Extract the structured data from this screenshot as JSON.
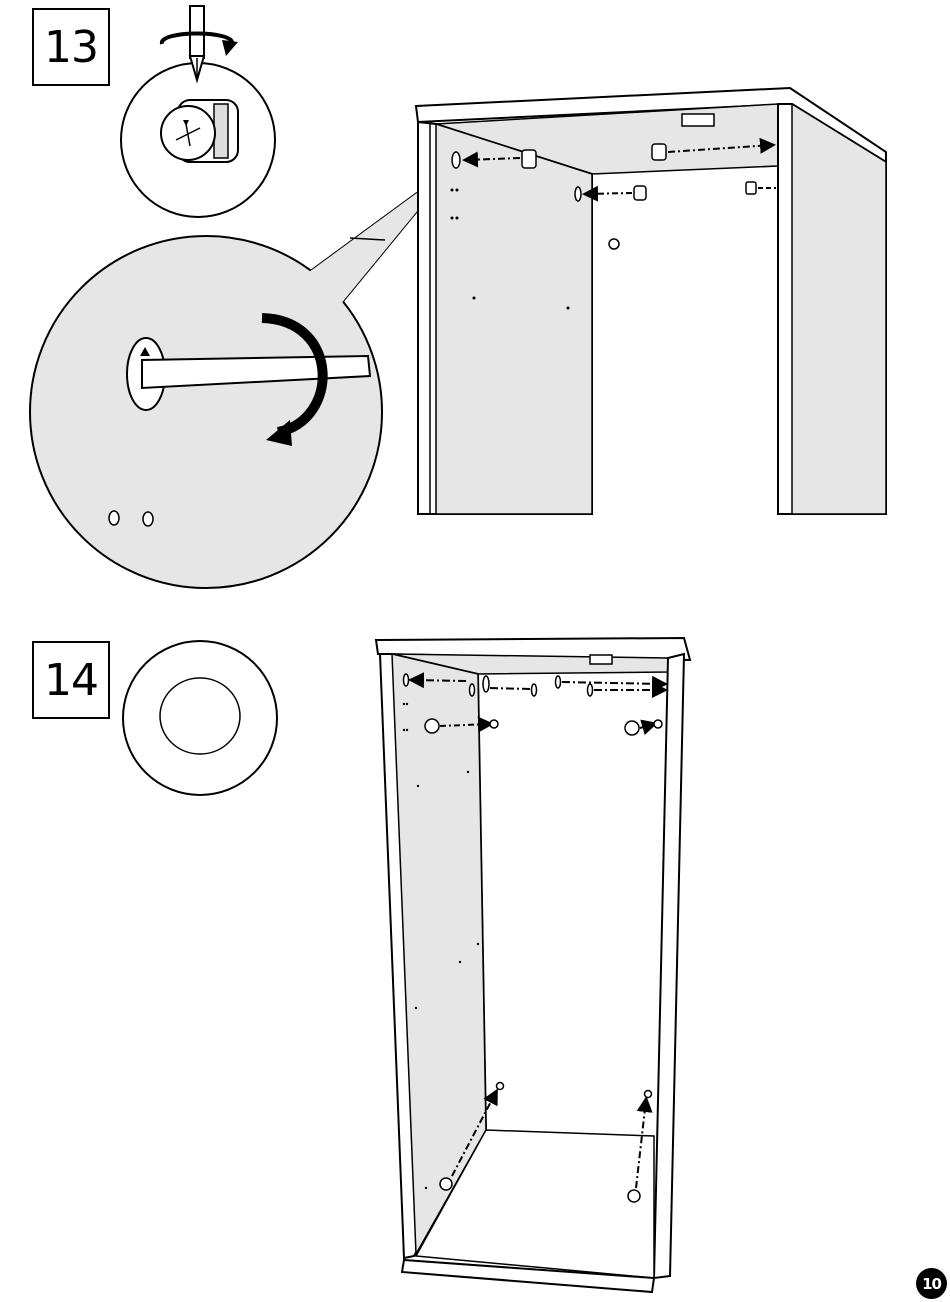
{
  "steps": [
    {
      "number": "13"
    },
    {
      "number": "14"
    }
  ],
  "page_number": "10",
  "icons": {
    "screwdriver": "screwdriver-icon",
    "rotate_arrow": "rotate-clockwise-arrow-icon",
    "cam_lock": "cam-lock-icon",
    "cover_cap": "cover-cap-icon"
  },
  "colors": {
    "line": "#000000",
    "panel_shade": "#e6e6e6",
    "background": "#ffffff"
  }
}
